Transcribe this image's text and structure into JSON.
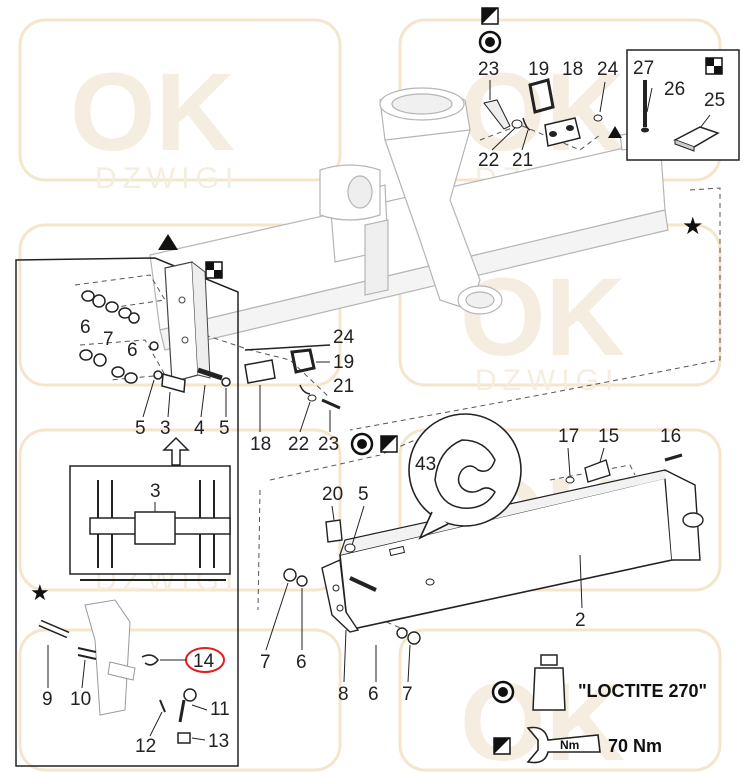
{
  "watermark": {
    "logo": "OK",
    "subtitle": "DZWIGI"
  },
  "callouts": {
    "c2": "2",
    "c3": "3",
    "c4": "4",
    "c5a": "5",
    "c5b": "5",
    "c5c": "5",
    "c6a": "6",
    "c6b": "6",
    "c6c": "6",
    "c6d": "6",
    "c7a": "7",
    "c7b": "7",
    "c7c": "7",
    "c8": "8",
    "c9": "9",
    "c10": "10",
    "c11": "11",
    "c12": "12",
    "c13": "13",
    "c14": "14",
    "c15": "15",
    "c16": "16",
    "c17": "17",
    "c18a": "18",
    "c18b": "18",
    "c19a": "19",
    "c19b": "19",
    "c20": "20",
    "c21a": "21",
    "c21b": "21",
    "c22a": "22",
    "c22b": "22",
    "c23a": "23",
    "c23b": "23",
    "c24a": "24",
    "c24b": "24",
    "c25": "25",
    "c26": "26",
    "c27": "27",
    "c43": "43",
    "c3_detail": "3"
  },
  "legend": {
    "loctite": "\"LOCTITE 270\"",
    "wrench_unit": "Nm",
    "torque": "70 Nm"
  },
  "colors": {
    "line": "#222222",
    "ghost": "#bdbdbd",
    "watermark": "#f3e6cc",
    "highlight": "#e02020"
  }
}
